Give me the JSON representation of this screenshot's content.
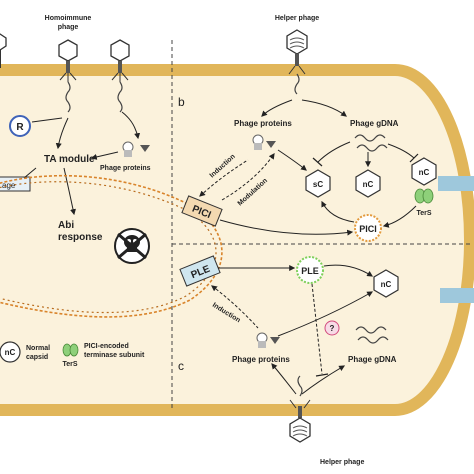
{
  "top": {
    "homoimmune_phage": "Homoimmune\nphage",
    "helper_phage": "Helper phage"
  },
  "panel_a": {
    "r_label": "R",
    "ta_module": "TA module",
    "phage_proteins": "Phage proteins",
    "stage_label": "age",
    "abi_response": "Abi\nresponse"
  },
  "panel_b": {
    "letter": "b",
    "phage_proteins": "Phage proteins",
    "phage_gdna": "Phage gDNA",
    "induction": "Induction",
    "modulation": "Modulation",
    "pici": "PICI",
    "pici_circle": "PICI",
    "sc": "sC",
    "nc1": "nC",
    "nc2": "nC",
    "ters": "TerS"
  },
  "panel_c": {
    "letter": "c",
    "ple_circle": "PLE",
    "ple_box": "PLE",
    "nc": "nC",
    "induction": "Induction",
    "question": "?",
    "phage_proteins": "Phage proteins",
    "phage_gdna": "Phage gDNA"
  },
  "legend": {
    "nc": "nC",
    "normal_capsid": "Normal\ncapsid",
    "ters": "TerS",
    "pici_encoded": "PICI-encoded\nterminase subunit"
  },
  "bottom": {
    "helper_phage": "Helper phage"
  },
  "colors": {
    "cell_fill": "#fbf2dc",
    "membrane": "#e1b65a",
    "pici_box": "#f3d9b1",
    "ple_box": "#cfe6ef",
    "pici_circle": "#e39a3d",
    "ple_circle": "#7dcf5a",
    "ters": "#8ed07a",
    "question": "#d24a7d",
    "r_circle": "#3f63b8",
    "channel": "#9ec8dc",
    "dna": "#d9842b"
  }
}
